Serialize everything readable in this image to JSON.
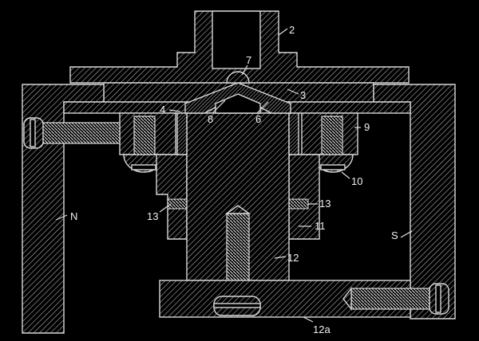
{
  "labels": {
    "l2": "2",
    "l7": "7",
    "l3": "3",
    "l4": "4",
    "l8": "8",
    "l6": "6",
    "l9": "9",
    "l10": "10",
    "l13a": "13",
    "l13b": "13",
    "l11": "11",
    "lN": "N",
    "lS": "S",
    "l12": "12",
    "l12a": "12a"
  },
  "colors": {
    "background": "#000000",
    "lines": "#d8d8d8"
  }
}
